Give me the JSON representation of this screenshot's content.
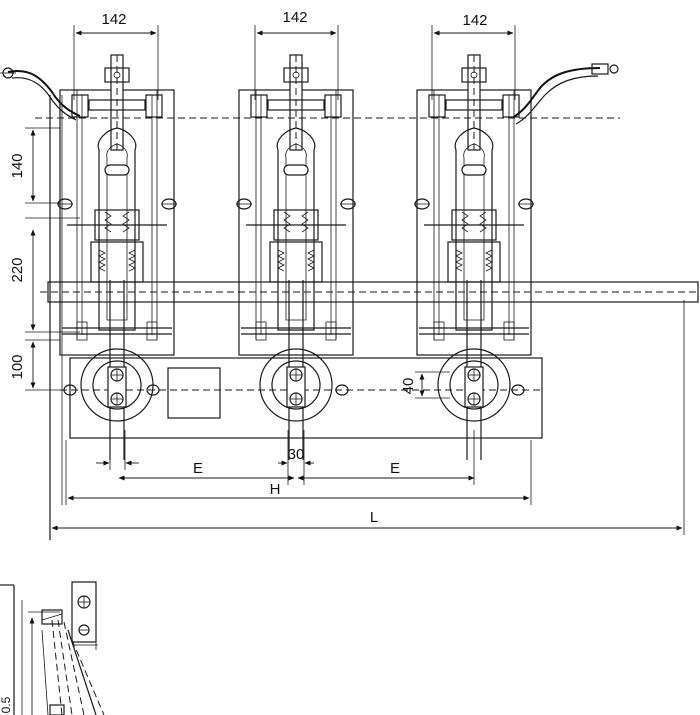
{
  "dimensions": {
    "top_width_1": "142",
    "top_width_2": "142",
    "top_width_3": "142",
    "side_140": "140",
    "side_220": "220",
    "side_100": "100",
    "bushing_40": "40",
    "offset_30": "30",
    "span_E_left": "E",
    "span_E_right": "E",
    "span_H": "H",
    "span_L": "L",
    "side_view_0_5": "0.5"
  }
}
